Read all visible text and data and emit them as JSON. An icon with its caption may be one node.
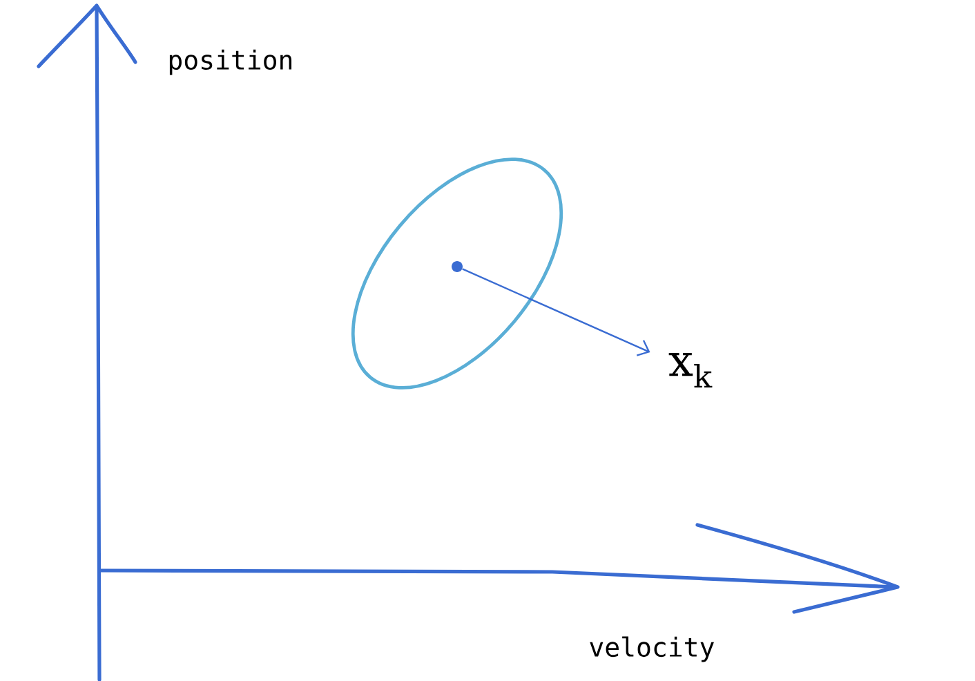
{
  "diagram": {
    "nodes": [
      {
        "text": [],
        "shape": "ellipse"
      },
      {
        "text": [],
        "shape": "circle",
        "in": 0
      },
      {
        "text": [
          "x$_{k}$"
        ]
      }
    ],
    "edges": [
      {
        "from": 1,
        "to": 2,
        "arrow": "to"
      }
    ],
    "labels": [
      "position",
      "velocity"
    ]
  }
}
